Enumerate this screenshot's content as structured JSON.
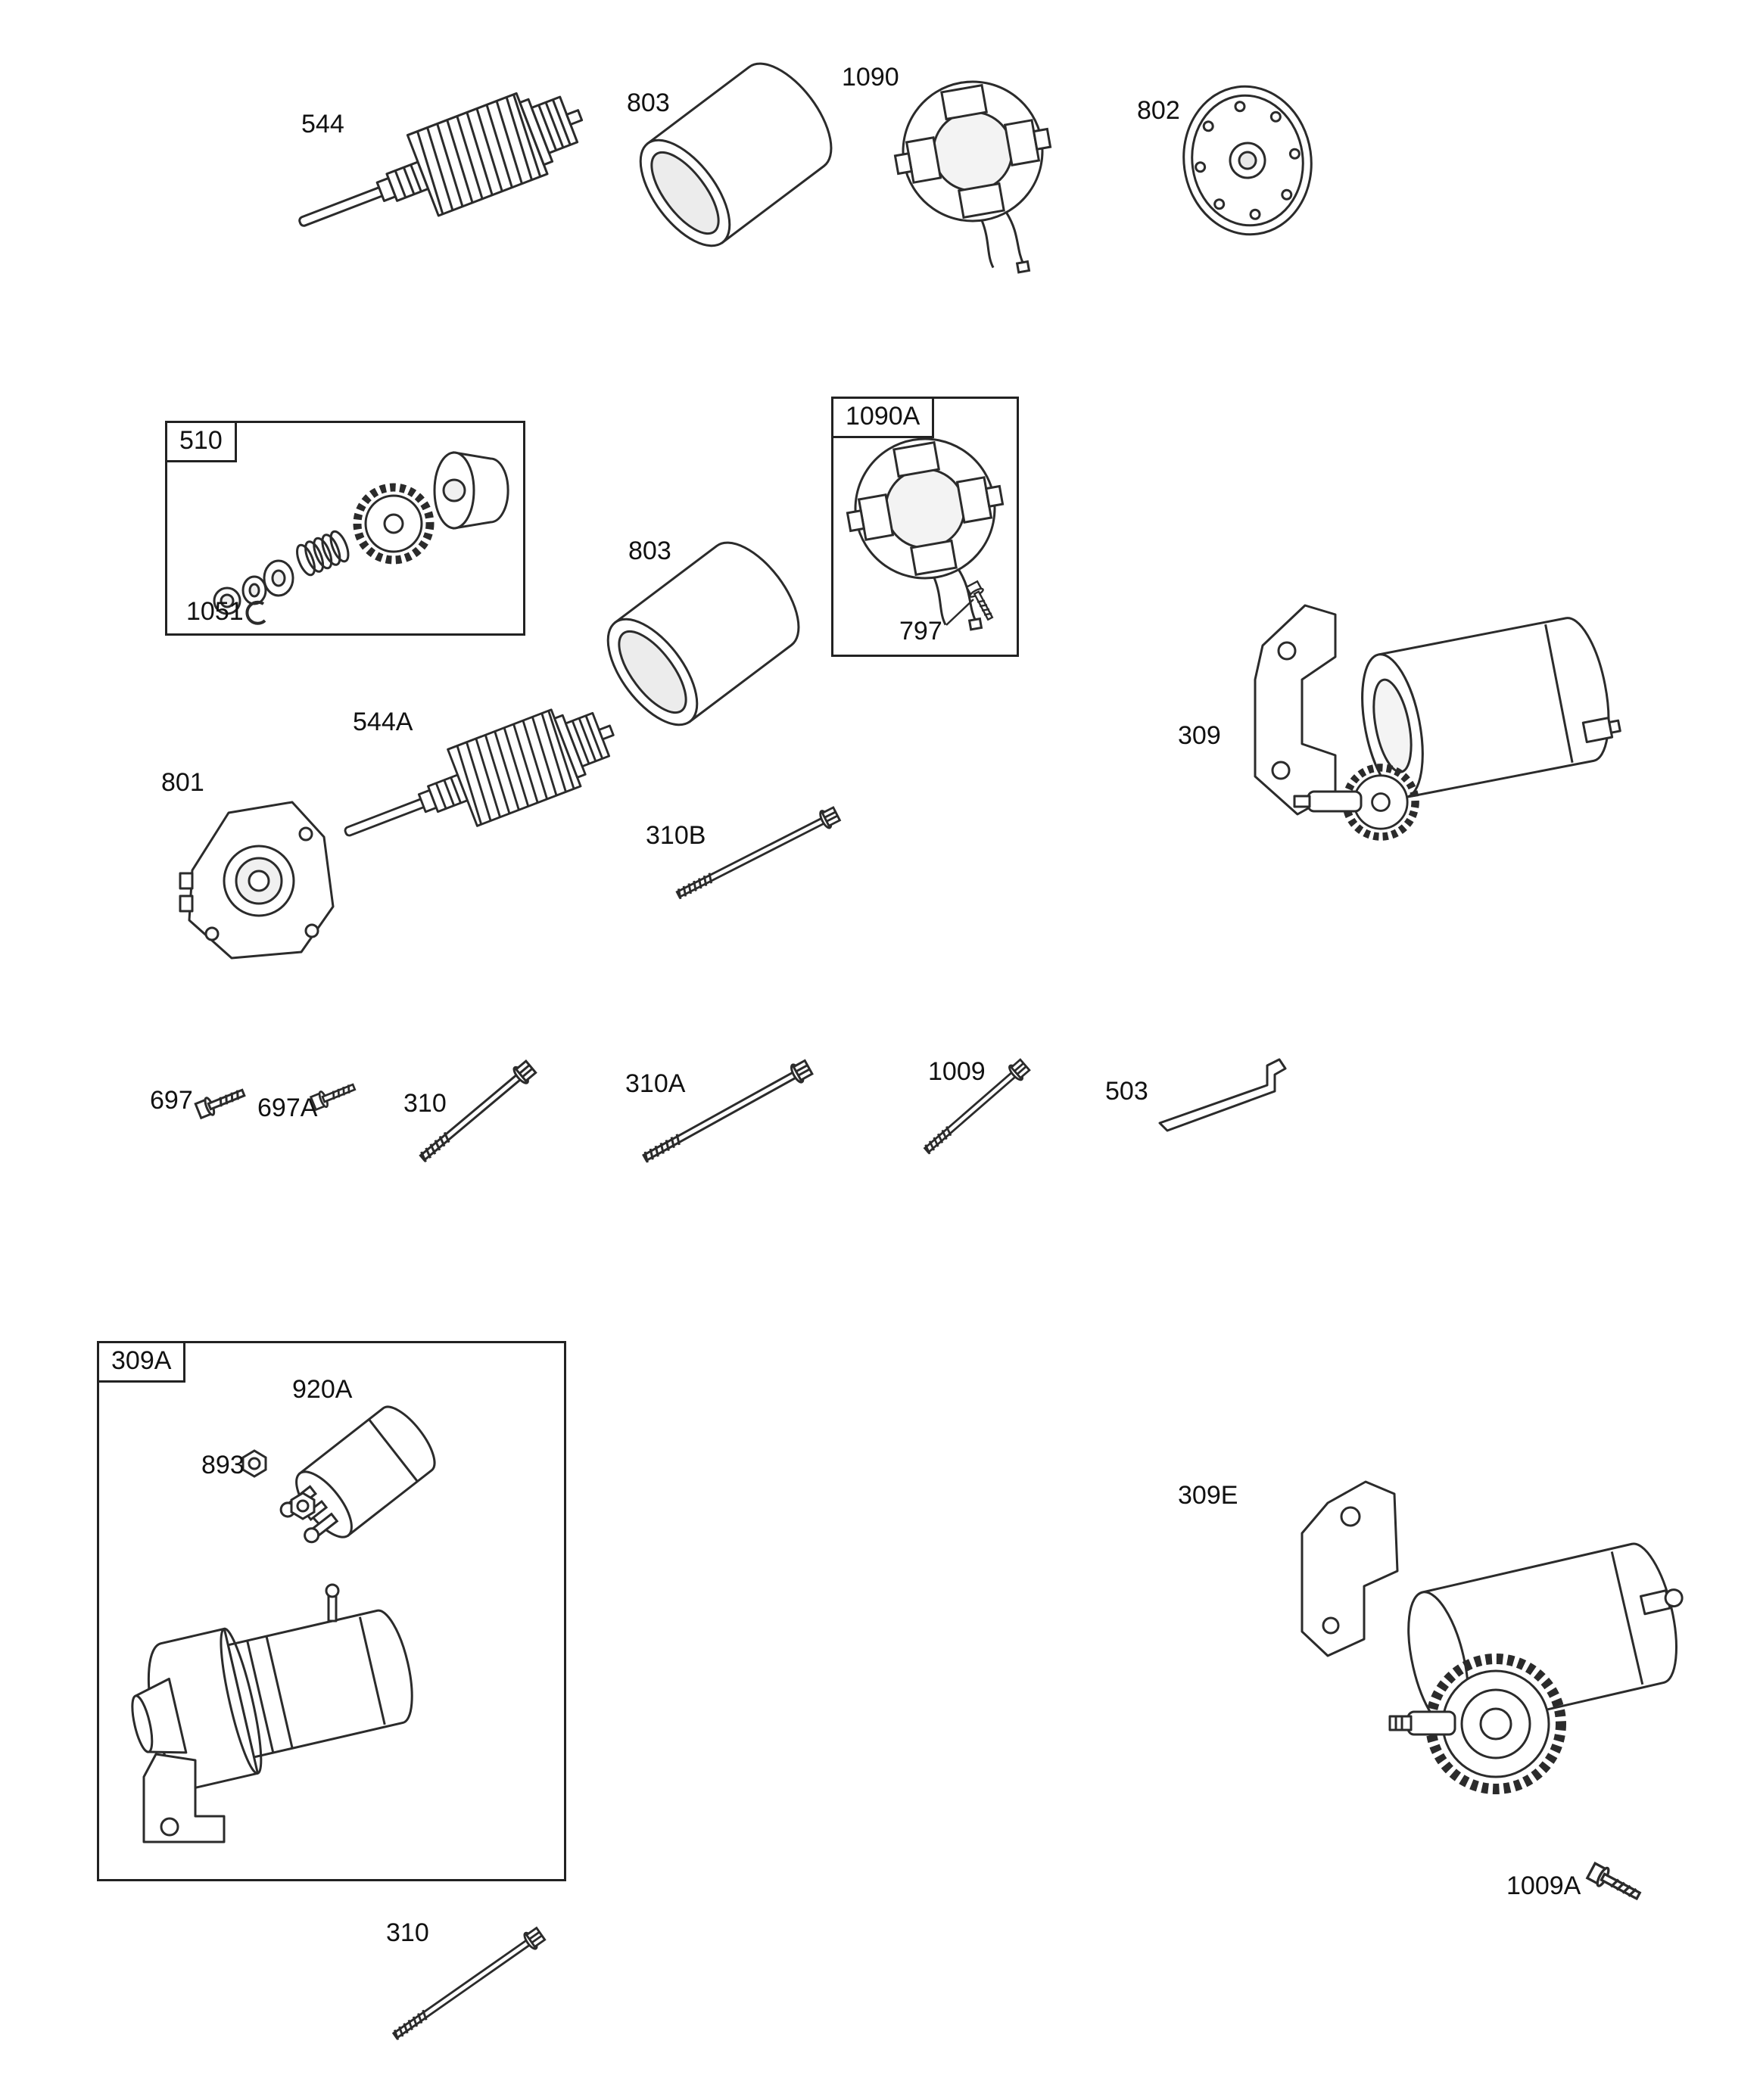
{
  "page": {
    "background": "#ffffff",
    "line_color": "#2b2b2b",
    "text_color": "#111111"
  },
  "callouts": {
    "c544": "544",
    "c803_top": "803",
    "c1090": "1090",
    "c802": "802",
    "c510": "510",
    "c1051": "1051",
    "c803_mid": "803",
    "c1090A": "1090A",
    "c797": "797",
    "c544A": "544A",
    "c801": "801",
    "c309": "309",
    "c310B": "310B",
    "c697": "697",
    "c697A": "697A",
    "c310_mid": "310",
    "c310A": "310A",
    "c1009": "1009",
    "c503": "503",
    "c309A": "309A",
    "c920A": "920A",
    "c893": "893",
    "c309E": "309E",
    "c1009A": "1009A",
    "c310_bottom": "310"
  },
  "part_icons": {
    "544": "armature-icon",
    "544A": "armature-icon",
    "803": "sleeve-icon",
    "1090": "brush-holder-icon",
    "1090A": "brush-holder-icon",
    "802": "end-cap-icon",
    "510": "pinion-drive-kit-icon",
    "1051": "retaining-ring-icon",
    "797": "screw-icon",
    "801": "drive-end-plate-icon",
    "309": "starter-motor-icon",
    "310": "long-bolt-icon",
    "310A": "long-bolt-icon",
    "310B": "long-bolt-icon",
    "1009": "bolt-icon",
    "697": "screw-icon",
    "697A": "screw-icon",
    "503": "spacer-bracket-icon",
    "309A": "starter-motor-icon",
    "920A": "solenoid-icon",
    "893": "nut-icon",
    "309E": "starter-motor-gear-icon",
    "1009A": "screw-icon"
  }
}
